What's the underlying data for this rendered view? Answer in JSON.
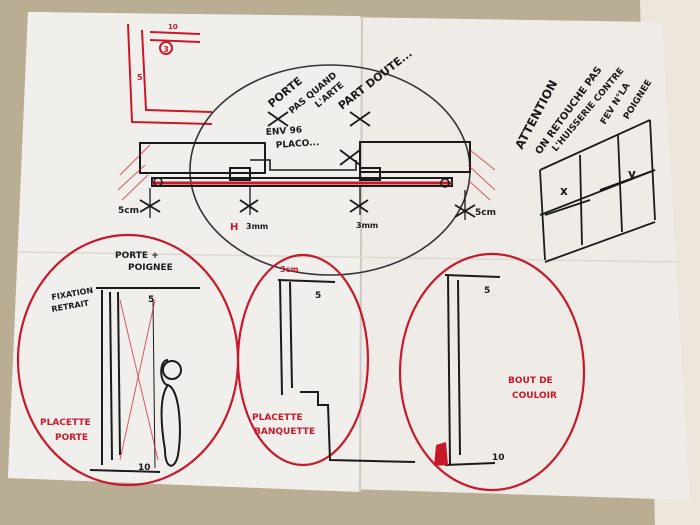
{
  "top_note": {
    "line1": "PORTE",
    "line2": "PAS QUAND",
    "line3": "L'ARTE",
    "line4": "PART DOUTE..."
  },
  "section_note": {
    "line1": "ENV 96",
    "line2": "PLACO..."
  },
  "right_note": {
    "line1": "ATTENTION",
    "line2": "ON RETOUCHE PAS",
    "line3": "L'HUISSERIE CONTRE",
    "line4": "FEV N°LA",
    "line5": "POIGNEE"
  },
  "dimensions": {
    "left_gap": "5cm",
    "right_gap": "5cm",
    "left_mm": "3mm",
    "right_mm": "3mm",
    "h_mark": "H",
    "x_mark": "x",
    "y_mark": "y",
    "top_circle_num": "3",
    "top_small_num": "10",
    "l_vertical": "5"
  },
  "circle_left": {
    "title1": "PORTE +",
    "title2": "POIGNEE",
    "side1": "FIXATION",
    "side2": "RETRAIT",
    "label1": "PLACETTE",
    "label2": "PORTE",
    "dim_top": "5",
    "dim_bottom": "10"
  },
  "circle_middle": {
    "top_dim": "3cm",
    "dim_top": "5",
    "label1": "PLACETTE",
    "label2": "BANQUETTE"
  },
  "circle_right": {
    "dim_top": "5",
    "dim_bottom": "10",
    "label1": "BOUT DE",
    "label2": "COULOIR"
  }
}
